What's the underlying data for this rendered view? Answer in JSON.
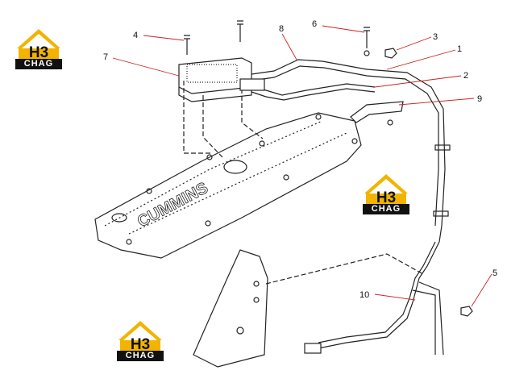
{
  "callouts": [
    {
      "id": "1",
      "label": "1"
    },
    {
      "id": "2",
      "label": "2"
    },
    {
      "id": "3",
      "label": "3"
    },
    {
      "id": "4",
      "label": "4"
    },
    {
      "id": "5",
      "label": "5"
    },
    {
      "id": "6",
      "label": "6"
    },
    {
      "id": "7",
      "label": "7"
    },
    {
      "id": "8",
      "label": "8"
    },
    {
      "id": "9",
      "label": "9"
    },
    {
      "id": "10",
      "label": "10"
    }
  ],
  "watermark": {
    "top_text": "H3",
    "bottom_text": "CHAG"
  },
  "engine_brand": "CUMMINS",
  "colors": {
    "line": "#222222",
    "leader": "#cc2222",
    "logo_gold": "#f2b400",
    "logo_dark": "#111111"
  }
}
